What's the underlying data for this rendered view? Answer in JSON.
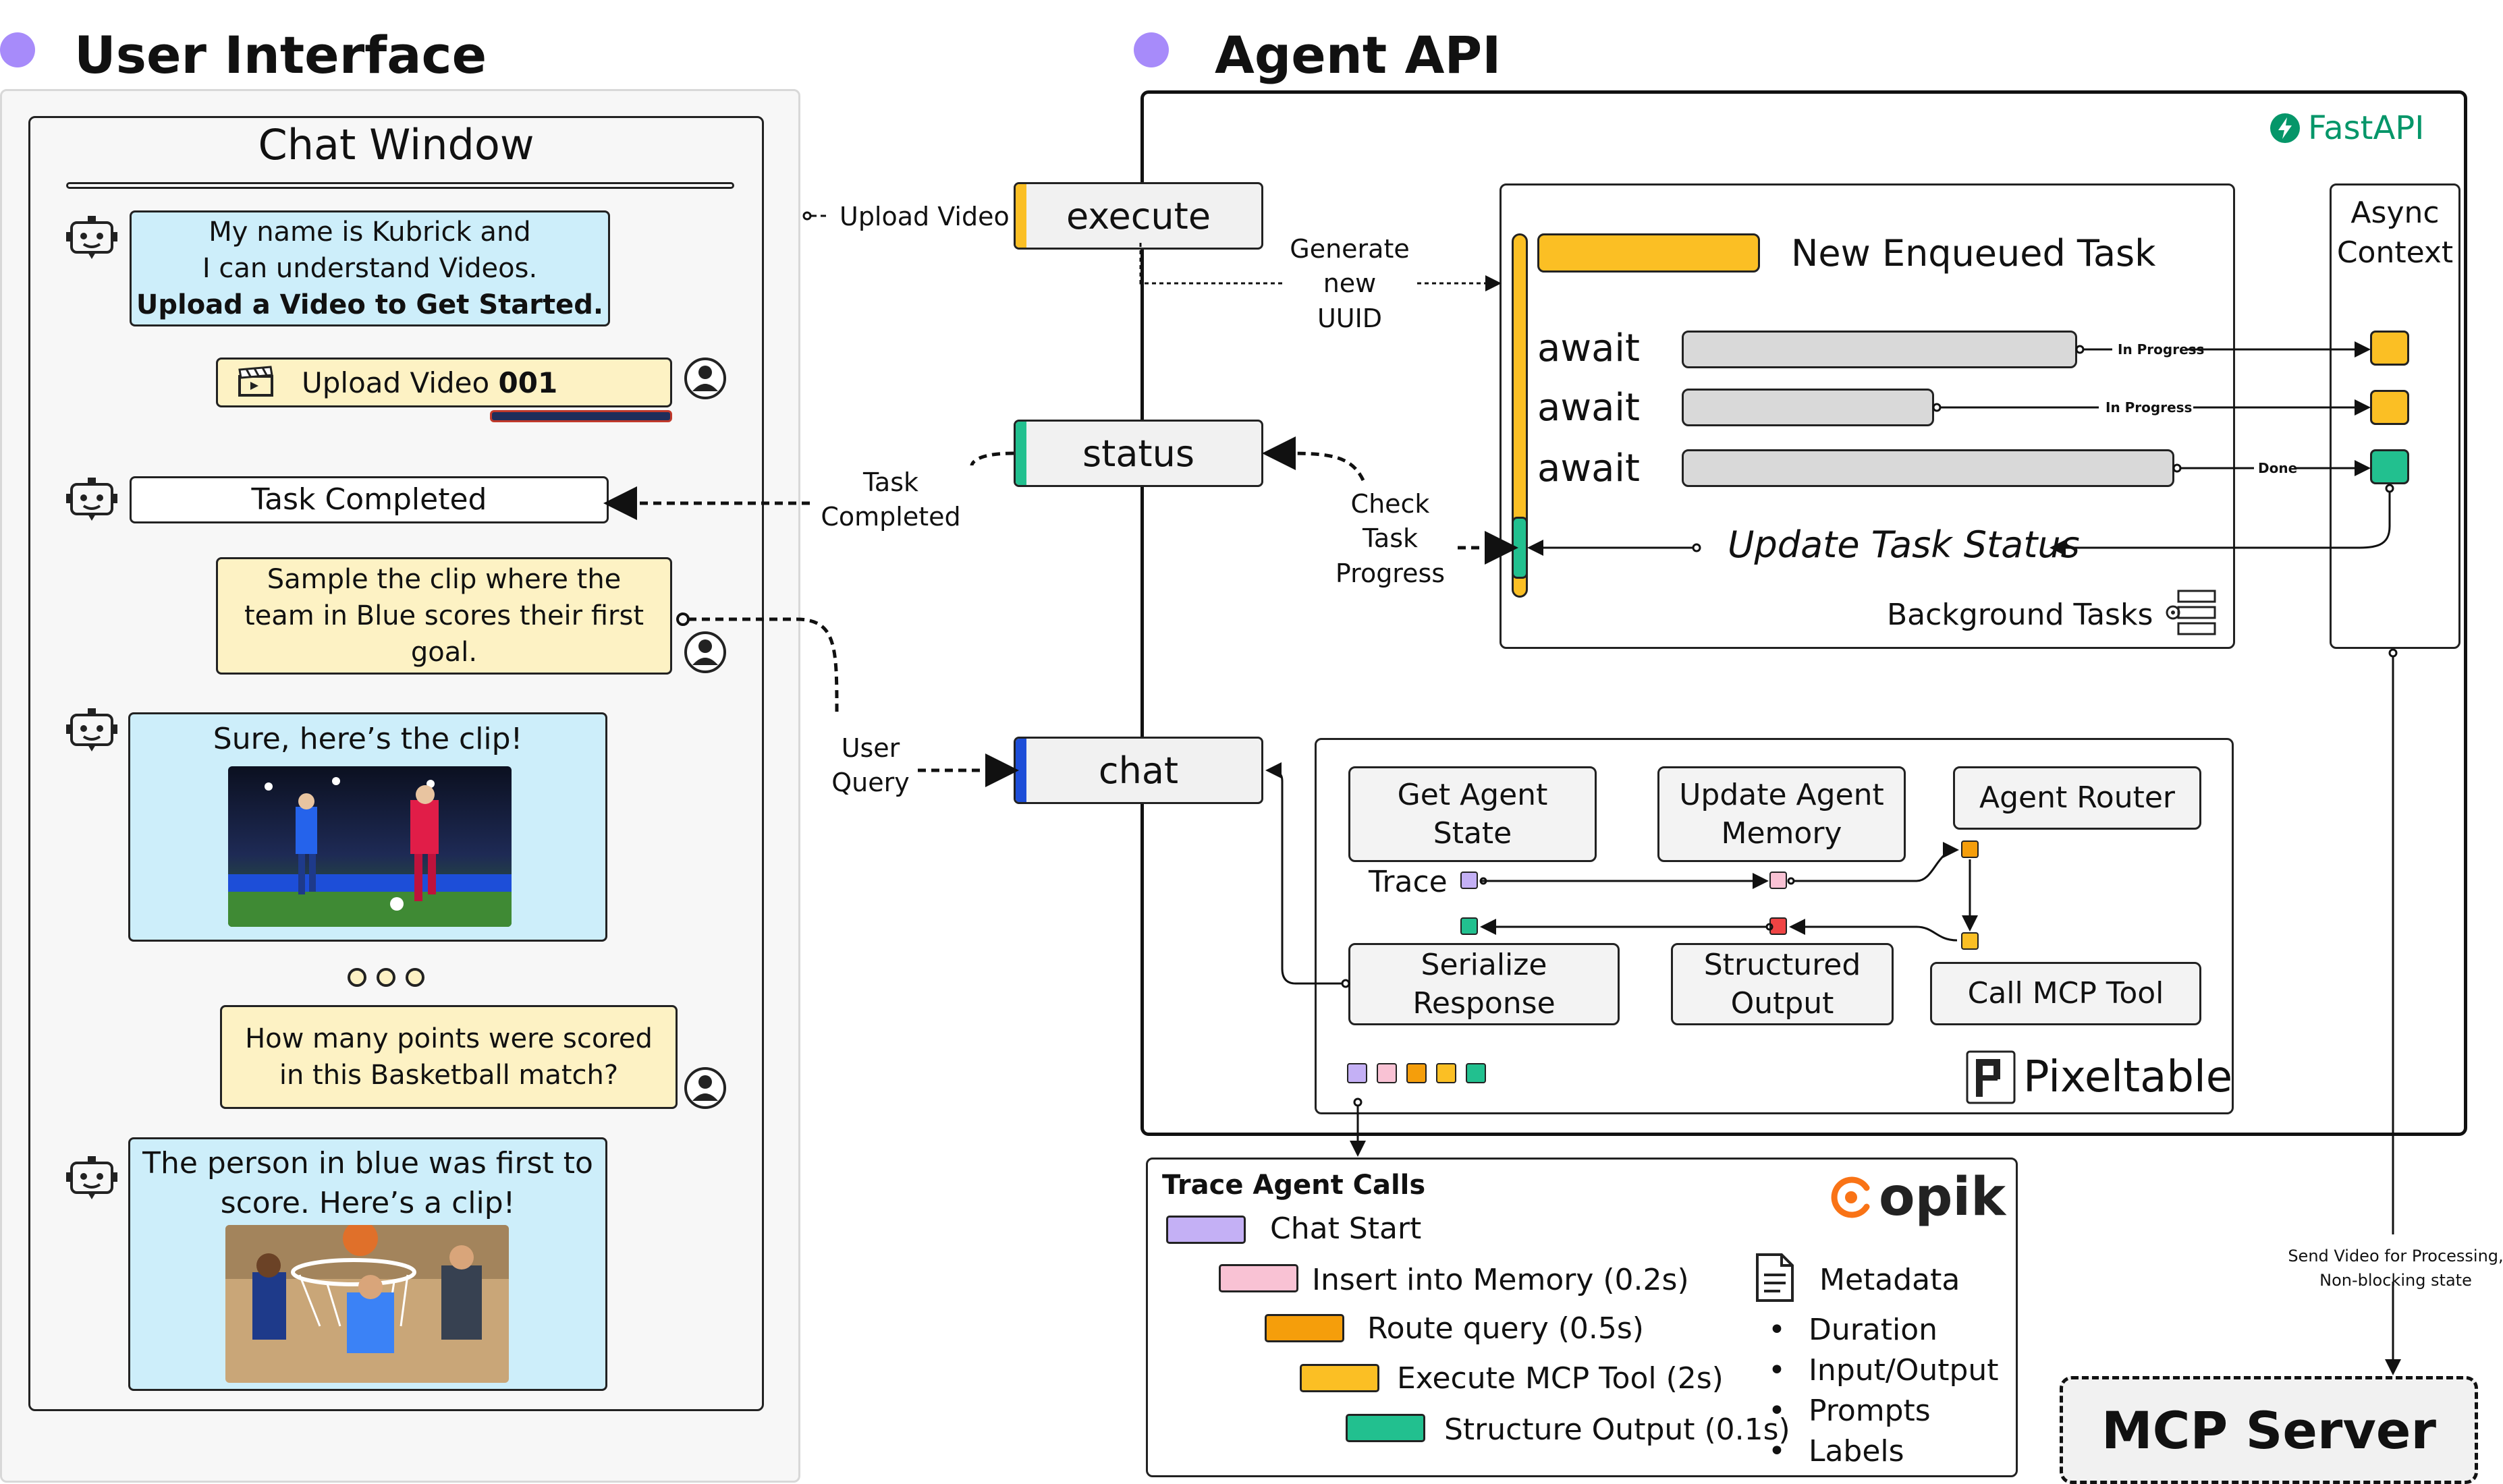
{
  "colors": {
    "purple_dot": "#a78bfa",
    "yellow": "#fbbf24",
    "teal": "#22c08f",
    "blue_strip": "#1d4ed8",
    "chat_blue": "#cdeefa",
    "chat_yellow": "#fdf2c4",
    "pink": "#f9c2d4",
    "orange": "#f59e0b",
    "red": "#ef4444",
    "lavender": "#c4b0f5",
    "fastapi_green": "#059669",
    "opik_orange": "#f97316"
  },
  "ui": {
    "title": "User Interface",
    "chat_window_title": "Chat Window",
    "bot_msg_1": [
      "My name is Kubrick and",
      "I can understand Videos.",
      "Upload a Video to Get Started."
    ],
    "upload_label": "Upload Video ",
    "upload_number": "001",
    "task_completed": "Task Completed",
    "user_msg_1": [
      "Sample the clip where the",
      "team in Blue scores their first",
      "goal."
    ],
    "bot_msg_2": "Sure, here’s the clip!",
    "user_msg_2": [
      "How many points were scored",
      "in this Basketball match?"
    ],
    "bot_msg_3": [
      "The person in blue was first to",
      "score. Here’s a clip!"
    ]
  },
  "api": {
    "title": "Agent API",
    "fastapi_label": "FastAPI",
    "endpoints": {
      "execute": "execute",
      "status": "status",
      "chat": "chat"
    },
    "upload_video_label": "Upload Video",
    "generate_uuid": [
      "Generate",
      "new",
      "UUID"
    ],
    "task_completed": [
      "Task",
      "Completed"
    ],
    "check_progress": [
      "Check",
      "Task",
      "Progress"
    ],
    "user_query": [
      "User",
      "Query"
    ],
    "new_task": "New Enqueued Task",
    "await_labels": [
      "await",
      "await",
      "await"
    ],
    "statuses": [
      "In Progress",
      "In Progress",
      "Done"
    ],
    "update_status": "Update Task Status",
    "background_tasks": "Background Tasks",
    "async_context": [
      "Async",
      "Context"
    ],
    "send_video": [
      "Send Video for Processing,",
      "Non-blocking state"
    ],
    "mcp_server": "MCP Server"
  },
  "pixeltable": {
    "label": "Pixeltable",
    "get_agent_state": [
      "Get Agent",
      "State"
    ],
    "update_agent_memory": [
      "Update Agent",
      "Memory"
    ],
    "agent_router": "Agent Router",
    "trace": "Trace",
    "serialize_response": [
      "Serialize",
      "Response"
    ],
    "structured_output": [
      "Structured",
      "Output"
    ],
    "call_mcp_tool": "Call MCP Tool"
  },
  "opik": {
    "logo": "opik",
    "title": "Trace Agent Calls",
    "spans": [
      "Chat Start",
      "Insert into Memory (0.2s)",
      "Route query (0.5s)",
      "Execute MCP Tool (2s)",
      "Structure Output (0.1s)"
    ],
    "metadata_title": "Metadata",
    "metadata_items": [
      "Duration",
      "Input/Output",
      "Prompts",
      "Labels"
    ]
  }
}
